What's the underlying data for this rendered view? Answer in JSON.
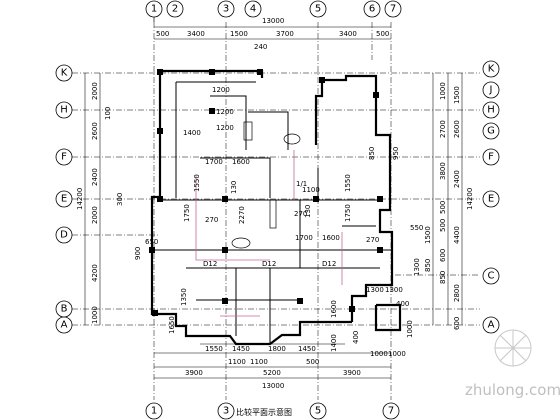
{
  "grid_top": [
    "1",
    "2",
    "3",
    "4",
    "5",
    "6",
    "7"
  ],
  "grid_bottom": [
    "1",
    "3",
    "5",
    "7"
  ],
  "grid_left": [
    "K",
    "H",
    "F",
    "E",
    "D",
    "B",
    "A"
  ],
  "grid_right": [
    "K",
    "J",
    "H",
    "G",
    "F",
    "E",
    "C",
    "A"
  ],
  "top_dims": {
    "total": "13000",
    "segments": [
      "500",
      "3400",
      "1500",
      "3700",
      "3400",
      "500"
    ],
    "small": "240"
  },
  "bottom_dims": {
    "row1": [
      "1550",
      "1450",
      "1800",
      "1450"
    ],
    "row2": [
      "1100",
      "1100",
      "500"
    ],
    "row3": [
      "3900",
      "5200",
      "3900"
    ],
    "total": "13000"
  },
  "left_dims": {
    "total": "14200",
    "segments": [
      "2000",
      "2600",
      "2400",
      "2000",
      "4200",
      "1000"
    ],
    "small": [
      "300",
      "100"
    ]
  },
  "right_dims": {
    "total": "14200",
    "row1": [
      "1500",
      "2600",
      "2400",
      "4400",
      "2800",
      "600"
    ],
    "row2": [
      "1000",
      "2700",
      "3800",
      "500",
      "500",
      "600",
      "850",
      "1300"
    ],
    "row3": [
      "1500",
      "850"
    ]
  },
  "interior_dims": [
    "1200",
    "1200",
    "1400",
    "1200",
    "1700",
    "1600",
    "1750",
    "1550",
    "130",
    "2270",
    "270",
    "270",
    "130",
    "1100",
    "1700",
    "1600",
    "1750",
    "1550",
    "270",
    "550",
    "650",
    "1300",
    "1300",
    "400",
    "1650",
    "1350",
    "1600",
    "1400",
    "400",
    "1000",
    "1000",
    "1000",
    "900",
    "850",
    "950"
  ],
  "markers": [
    "1/1",
    "D12",
    "D12",
    "D12"
  ],
  "caption": "比较平面示意图",
  "watermark": "zhulong.com"
}
